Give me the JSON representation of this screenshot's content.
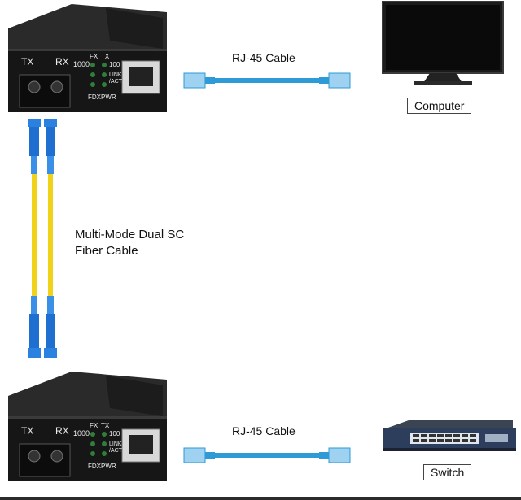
{
  "top_converter": {
    "front_labels": {
      "tx": "TX",
      "rx": "RX",
      "speed": "1000",
      "fx": "FX",
      "tx_led": "TX",
      "hundred": "100",
      "link": "LINK",
      "act": "/ACT",
      "fdx": "FDX",
      "pwr": "PWR"
    }
  },
  "bottom_converter": {
    "front_labels": {
      "tx": "TX",
      "rx": "RX",
      "speed": "1000",
      "fx": "FX",
      "tx_led": "TX",
      "hundred": "100",
      "link": "LINK",
      "act": "/ACT",
      "fdx": "FDX",
      "pwr": "PWR"
    }
  },
  "top_cable_label": "RJ-45 Cable",
  "bottom_cable_label": "RJ-45 Cable",
  "fiber_label": {
    "line1": "Multi-Mode Dual SC",
    "line2": "Fiber Cable"
  },
  "computer_label": "Computer",
  "switch_label": "Switch",
  "colors": {
    "cable_blue": "#2e9bd6",
    "fiber_yellow": "#f1d21b",
    "connector_blue": "#1f6fd0",
    "device_black": "#161616"
  }
}
